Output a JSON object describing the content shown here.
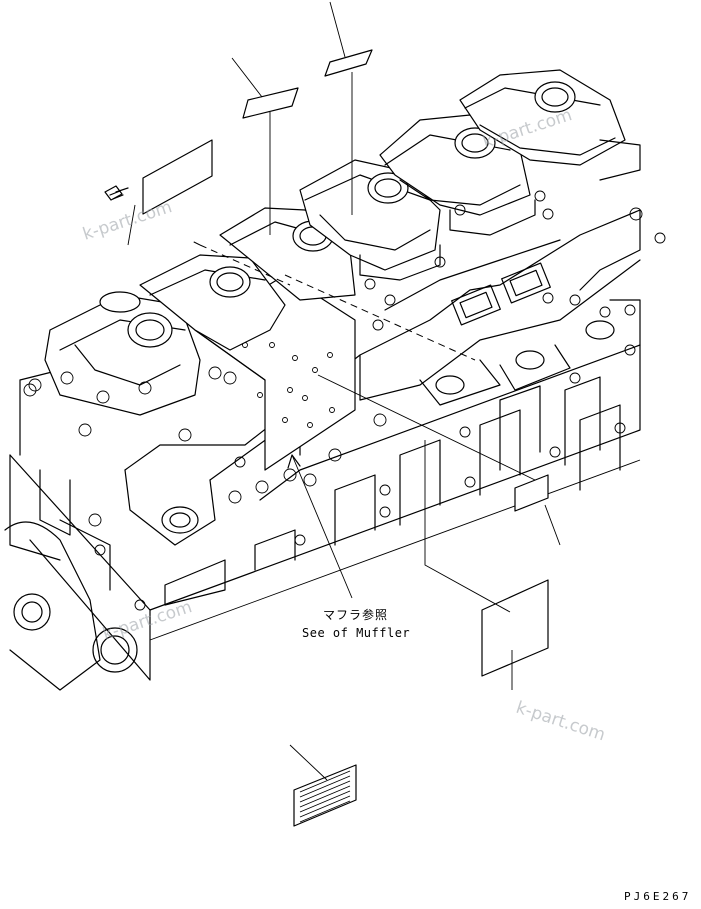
{
  "callout": {
    "line1": "マフラ参照",
    "line2": "See of Muffler"
  },
  "drawing_code": "PJ6E267",
  "watermark_text": "k-part.com"
}
